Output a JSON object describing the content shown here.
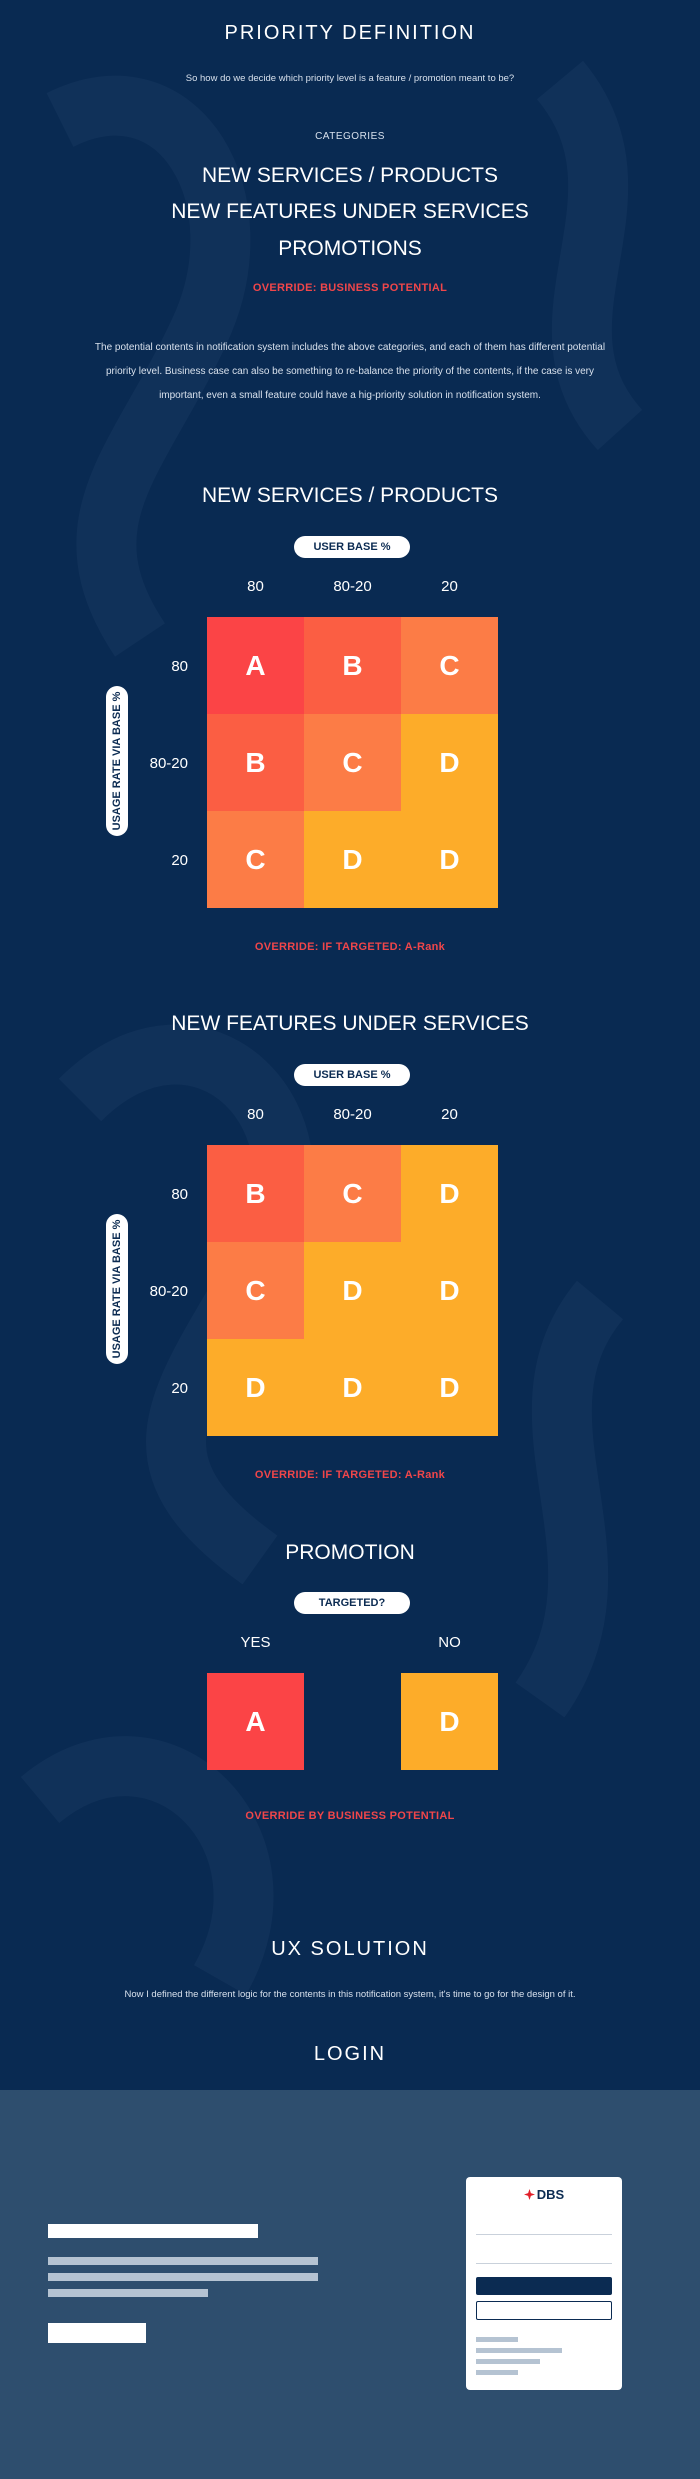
{
  "colors": {
    "background": "#092a52",
    "rank_A": "#fb4446",
    "rank_B": "#fb5e43",
    "rank_C": "#fc7c46",
    "rank_D": "#fdac29",
    "override_red": "#f0464a"
  },
  "header": {
    "title": "PRIORITY DEFINITION",
    "subtitle": "So how do we decide which priority level is a feature / promotion meant to be?"
  },
  "categories": {
    "label": "CATEGORIES",
    "items": [
      "NEW SERVICES / PRODUCTS",
      "NEW FEATURES UNDER SERVICES",
      "PROMOTIONS"
    ],
    "override": "OVERRIDE: BUSINESS POTENTIAL"
  },
  "intro": {
    "lines": [
      "The potential contents in notification system includes the above categories, and each of them has different potential",
      "priority level. Business case can also be something to re-balance the priority of the contents, if the case is very",
      "important, even a small feature could have a hig-priority solution in notification system."
    ]
  },
  "matrix1": {
    "title": "NEW SERVICES / PRODUCTS",
    "col_pill": "USER BASE %",
    "row_pill": "USAGE RATE VIA BASE %",
    "cols": [
      "80",
      "80-20",
      "20"
    ],
    "rows": [
      "80",
      "80-20",
      "20"
    ],
    "cells": [
      [
        "A",
        "B",
        "C"
      ],
      [
        "B",
        "C",
        "D"
      ],
      [
        "C",
        "D",
        "D"
      ]
    ],
    "override": "OVERRIDE: IF TARGETED: A-Rank"
  },
  "matrix2": {
    "title": "NEW FEATURES UNDER SERVICES",
    "col_pill": "USER BASE %",
    "row_pill": "USAGE RATE VIA BASE %",
    "cols": [
      "80",
      "80-20",
      "20"
    ],
    "rows": [
      "80",
      "80-20",
      "20"
    ],
    "cells": [
      [
        "B",
        "C",
        "D"
      ],
      [
        "C",
        "D",
        "D"
      ],
      [
        "D",
        "D",
        "D"
      ]
    ],
    "override": "OVERRIDE: IF TARGETED: A-Rank"
  },
  "promotion": {
    "title": "PROMOTION",
    "pill": "TARGETED?",
    "options": [
      {
        "label": "YES",
        "rank": "A"
      },
      {
        "label": "NO",
        "rank": "D"
      }
    ],
    "override": "OVERRIDE BY BUSINESS POTENTIAL"
  },
  "ux": {
    "title": "UX SOLUTION",
    "text": "Now I defined the different logic for the contents in this notification system, it's time to go for the design of it."
  },
  "login": {
    "title": "LOGIN",
    "logo_text": "DBS",
    "logo_icon": "dbs-logo-icon"
  }
}
